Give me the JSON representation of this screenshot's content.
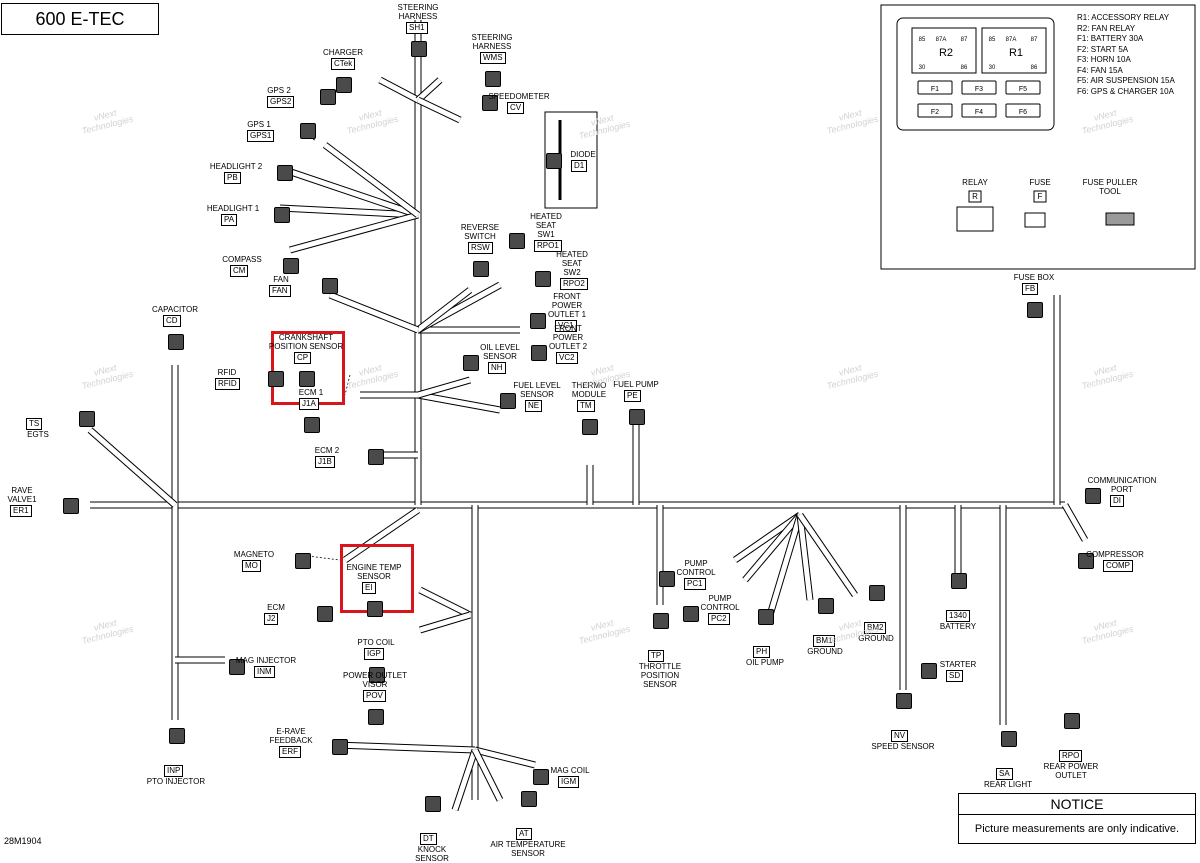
{
  "title": "600 E-TEC",
  "figure_id": "28M1904",
  "notice": {
    "heading": "NOTICE",
    "text": "Picture measurements are only indicative."
  },
  "watermark": {
    "line1": "vNext",
    "line2": "Technologies"
  },
  "fuse_box": {
    "legend": [
      "R1: ACCESSORY RELAY",
      "R2: FAN RELAY",
      "F1: BATTERY 30A",
      "F2: START 5A",
      "F3: HORN 10A",
      "F4: FAN 15A",
      "F5: AIR SUSPENSION 15A",
      "F6: GPS & CHARGER 10A"
    ],
    "relays": [
      {
        "name": "R2",
        "pins": [
          "85",
          "87A",
          "87",
          "30",
          "86"
        ]
      },
      {
        "name": "R1",
        "pins": [
          "85",
          "87A",
          "87",
          "30",
          "86"
        ]
      }
    ],
    "fuses": [
      "F1",
      "F3",
      "F5",
      "F2",
      "F4",
      "F6"
    ],
    "parts": [
      {
        "label": "RELAY",
        "code": "R"
      },
      {
        "label": "FUSE",
        "code": "F"
      },
      {
        "label": "FUSE PULLER\nTOOL",
        "code": ""
      }
    ]
  },
  "components": [
    {
      "id": "SH1",
      "label": "STEERING\nHARNESS"
    },
    {
      "id": "WMS",
      "label": "STEERING\nHARNESS"
    },
    {
      "id": "CTek",
      "label": "CHARGER"
    },
    {
      "id": "CV",
      "label": "SPEEDOMETER"
    },
    {
      "id": "GPS2",
      "label": "GPS 2"
    },
    {
      "id": "GPS1",
      "label": "GPS 1"
    },
    {
      "id": "D1",
      "label": "DIODE"
    },
    {
      "id": "PB",
      "label": "HEADLIGHT 2"
    },
    {
      "id": "PA",
      "label": "HEADLIGHT 1"
    },
    {
      "id": "CM",
      "label": "COMPASS"
    },
    {
      "id": "FAN",
      "label": "FAN"
    },
    {
      "id": "RSW",
      "label": "REVERSE\nSWITCH"
    },
    {
      "id": "RPO1",
      "label": "HEATED\nSEAT\nSW1"
    },
    {
      "id": "RPO2",
      "label": "HEATED\nSEAT\nSW2"
    },
    {
      "id": "VC1",
      "label": "FRONT\nPOWER\nOUTLET 1"
    },
    {
      "id": "VC2",
      "label": "FRONT\nPOWER\nOUTLET 2"
    },
    {
      "id": "CD",
      "label": "CAPACITOR"
    },
    {
      "id": "CP",
      "label": "CRANKSHAFT\nPOSITION SENSOR"
    },
    {
      "id": "RFID",
      "label": "RFID"
    },
    {
      "id": "J1A",
      "label": "ECM 1"
    },
    {
      "id": "NH",
      "label": "OIL LEVEL\nSENSOR"
    },
    {
      "id": "NE",
      "label": "FUEL LEVEL\nSENSOR"
    },
    {
      "id": "TM",
      "label": "THERMO\nMODULE"
    },
    {
      "id": "PE",
      "label": "FUEL PUMP"
    },
    {
      "id": "TS",
      "label": "EGTS"
    },
    {
      "id": "J1B",
      "label": "ECM 2"
    },
    {
      "id": "FB",
      "label": "FUSE BOX"
    },
    {
      "id": "DI",
      "label": "COMMUNICATION\nPORT"
    },
    {
      "id": "ER1",
      "label": "RAVE\nVALVE1"
    },
    {
      "id": "COMP",
      "label": "COMPRESSOR"
    },
    {
      "id": "MO",
      "label": "MAGNETO"
    },
    {
      "id": "EI",
      "label": "ENGINE TEMP\nSENSOR"
    },
    {
      "id": "J2",
      "label": "ECM"
    },
    {
      "id": "PC1",
      "label": "PUMP\nCONTROL"
    },
    {
      "id": "PC2",
      "label": "PUMP\nCONTROL"
    },
    {
      "id": "TP",
      "label": "THROTTLE\nPOSITION\nSENSOR"
    },
    {
      "id": "PH",
      "label": "OIL PUMP"
    },
    {
      "id": "BM1",
      "label": "GROUND"
    },
    {
      "id": "BM2",
      "label": "GROUND"
    },
    {
      "id": "1340",
      "label": "BATTERY"
    },
    {
      "id": "IGP",
      "label": "PTO COIL"
    },
    {
      "id": "SD",
      "label": "STARTER"
    },
    {
      "id": "INM",
      "label": "MAG INJECTOR"
    },
    {
      "id": "POV",
      "label": "POWER OUTLET\nVISOR"
    },
    {
      "id": "NV",
      "label": "SPEED SENSOR"
    },
    {
      "id": "SA",
      "label": "REAR LIGHT"
    },
    {
      "id": "RPO",
      "label": "REAR POWER\nOUTLET"
    },
    {
      "id": "INP",
      "label": "PTO INJECTOR"
    },
    {
      "id": "ERF",
      "label": "E-RAVE\nFEEDBACK"
    },
    {
      "id": "IGM",
      "label": "MAG COIL"
    },
    {
      "id": "DT",
      "label": "KNOCK\nSENSOR"
    },
    {
      "id": "AT",
      "label": "AIR TEMPERATURE\nSENSOR"
    }
  ]
}
